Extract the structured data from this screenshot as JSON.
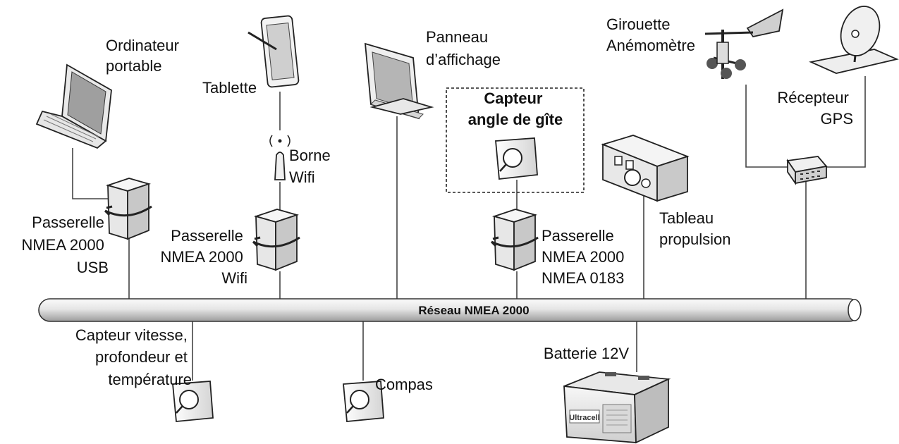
{
  "bus": {
    "label": "Réseau NMEA 2000"
  },
  "devices": {
    "laptop": {
      "lines": [
        "Ordinateur",
        "portable"
      ],
      "icon": "laptop-icon"
    },
    "tablet": {
      "lines": [
        "Tablette"
      ],
      "icon": "tablet-icon"
    },
    "display": {
      "lines": [
        "Panneau",
        "d’affichage"
      ],
      "icon": "display-icon"
    },
    "heel_sensor": {
      "lines": [
        "Capteur",
        "angle de gîte"
      ],
      "icon": "sensor-icon"
    },
    "wind": {
      "lines": [
        "Girouette",
        "Anémomètre"
      ],
      "icon": "wind-vane-icon"
    },
    "gps": {
      "lines": [
        "Récepteur",
        "GPS"
      ],
      "icon": "satellite-dish-icon"
    },
    "wifi_ap": {
      "lines": [
        "Borne",
        "Wifi"
      ],
      "icon": "wifi-antenna-icon"
    },
    "gw_usb": {
      "lines": [
        "Passerelle",
        "NMEA 2000",
        "USB"
      ],
      "icon": "gateway-icon"
    },
    "gw_wifi": {
      "lines": [
        "Passerelle",
        "NMEA 2000",
        "Wifi"
      ],
      "icon": "gateway-icon"
    },
    "gw_0183": {
      "lines": [
        "Passerelle",
        "NMEA 2000",
        "NMEA 0183"
      ],
      "icon": "gateway-icon"
    },
    "propulsion": {
      "lines": [
        "Tableau",
        "propulsion"
      ],
      "icon": "engine-panel-icon"
    },
    "speed_sensor": {
      "lines": [
        "Capteur vitesse,",
        "profondeur et",
        "température"
      ],
      "icon": "sensor-icon"
    },
    "compass": {
      "lines": [
        "Compas"
      ],
      "icon": "sensor-icon"
    },
    "battery": {
      "lines": [
        "Batterie 12V"
      ],
      "icon": "battery-icon",
      "brand": "Ultracell"
    }
  },
  "colors": {
    "bus_fill_light": "#f2f2f2",
    "bus_fill_dark": "#9a9a9a",
    "device_light": "#f4f4f4",
    "device_dark": "#c9c9c9",
    "accent": "#222222"
  }
}
